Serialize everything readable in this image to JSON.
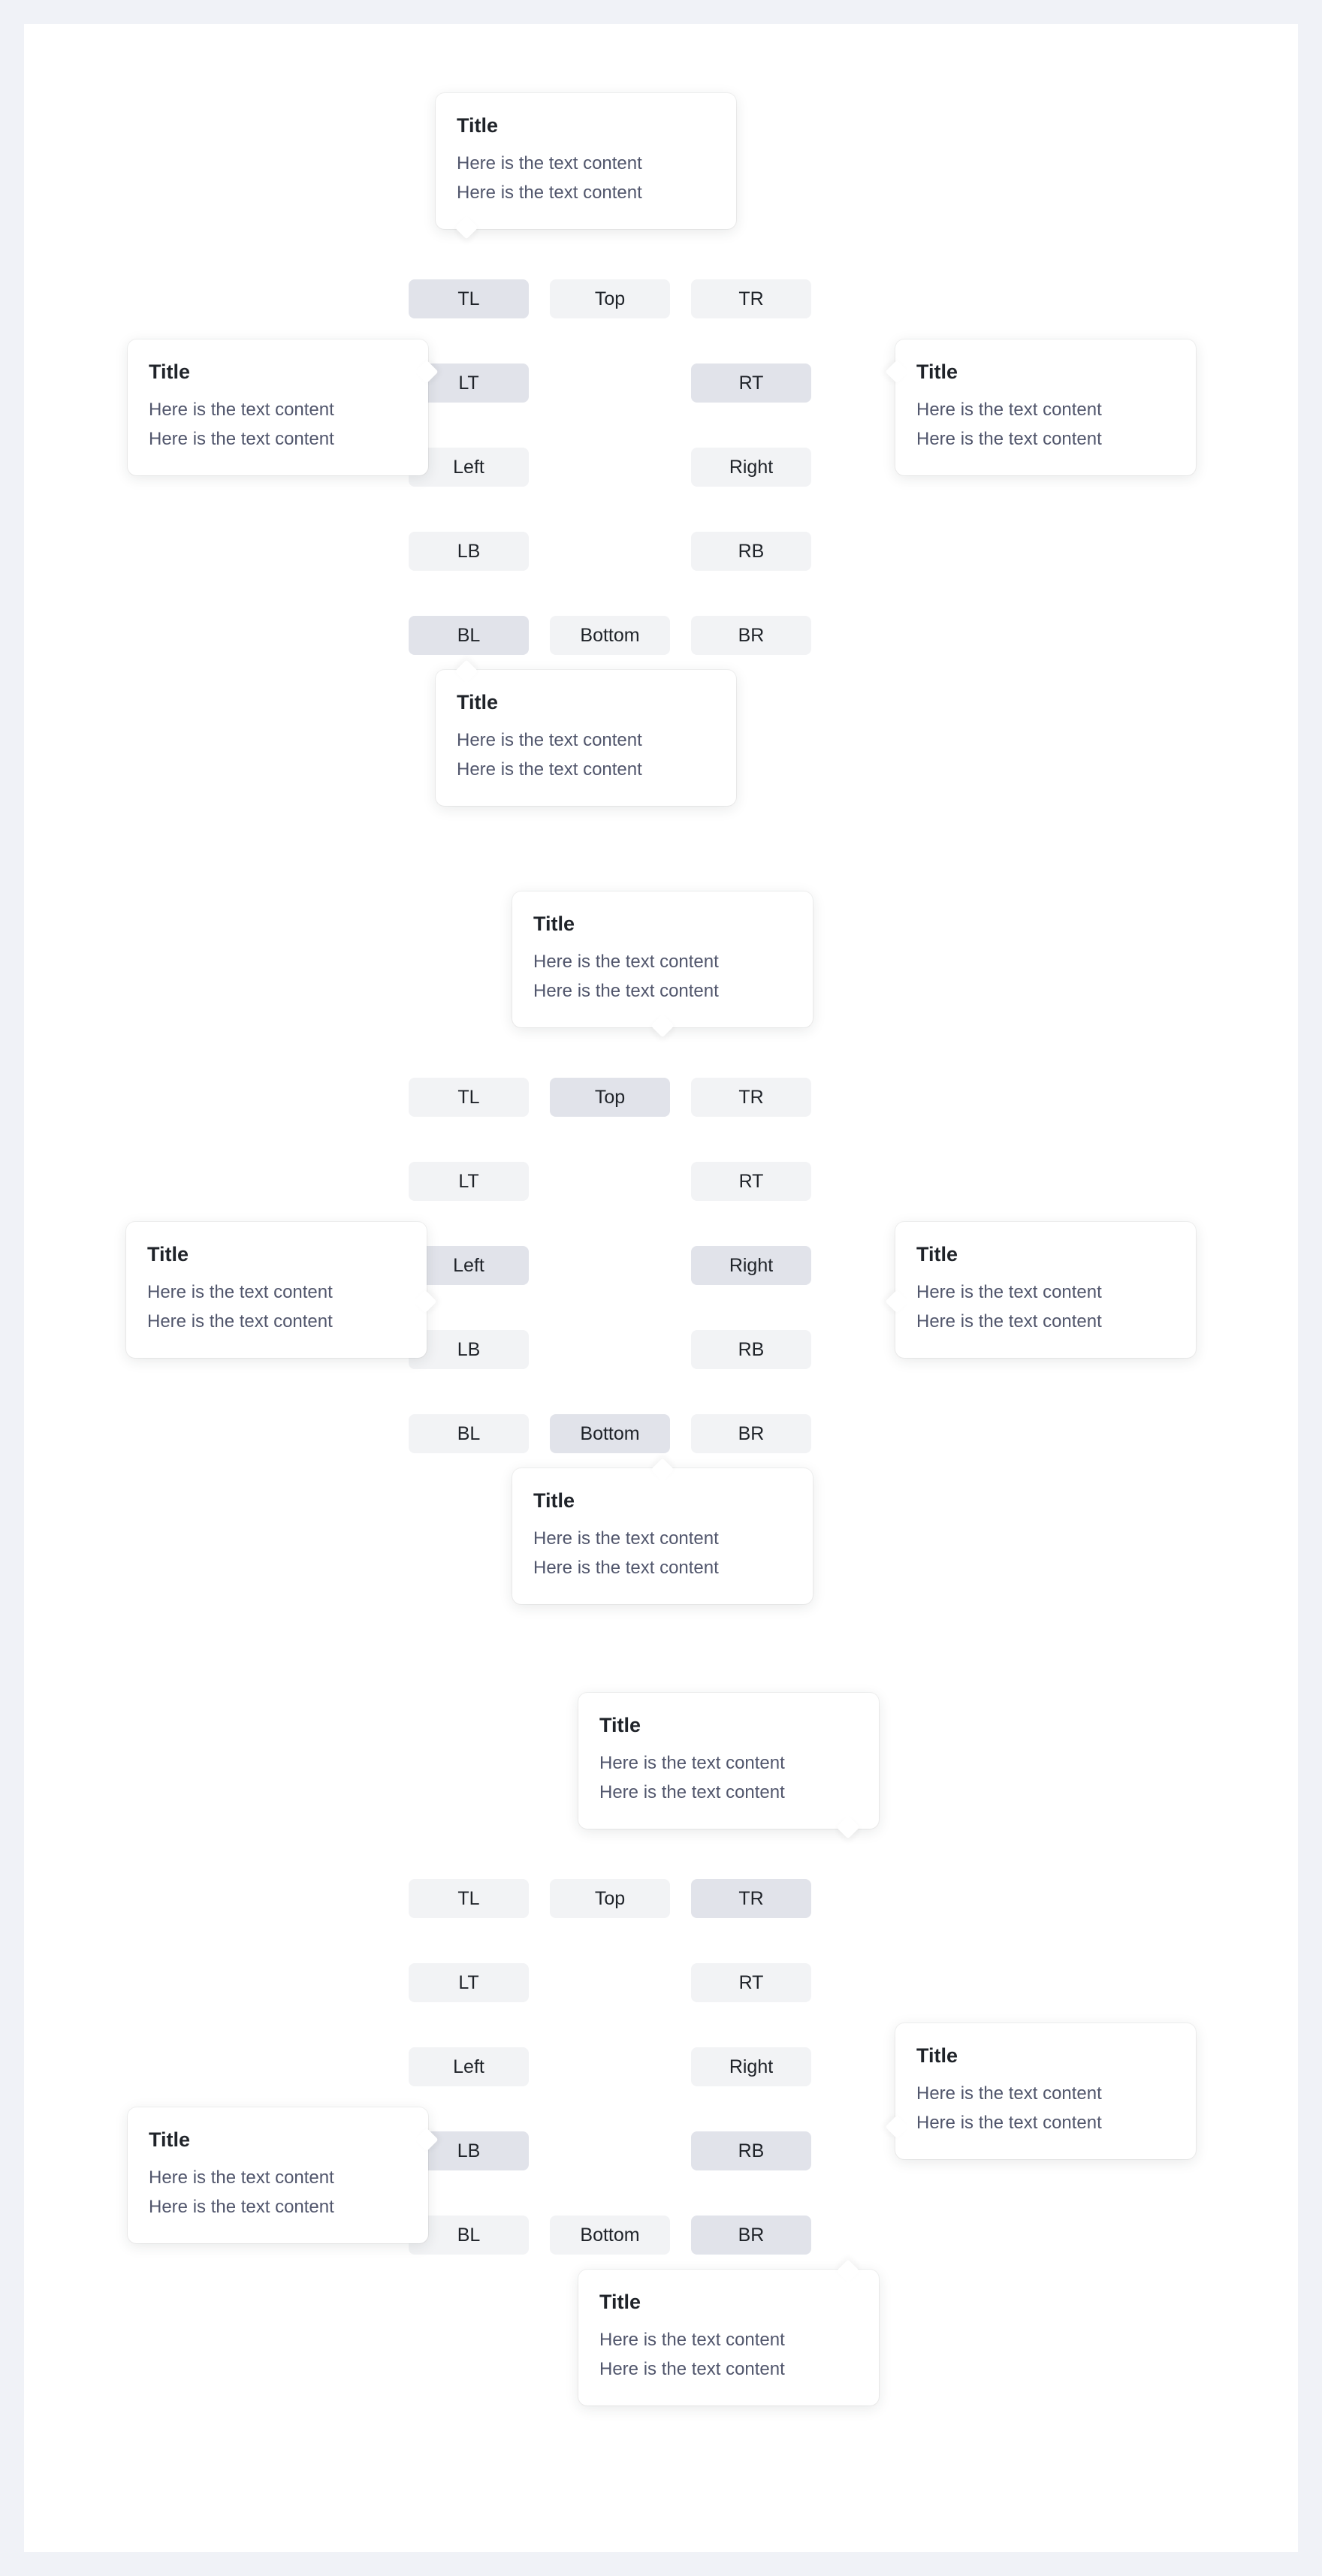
{
  "tooltip": {
    "title": "Title",
    "line1": "Here is the text content",
    "line2": "Here is the text content"
  },
  "placements": {
    "tl": "TL",
    "top": "Top",
    "tr": "TR",
    "lt": "LT",
    "rt": "RT",
    "left": "Left",
    "right": "Right",
    "lb": "LB",
    "rb": "RB",
    "bl": "BL",
    "bottom": "Bottom",
    "br": "BR"
  },
  "sections": [
    {
      "name": "start-aligned-placements",
      "active": [
        "TL",
        "LT",
        "RT",
        "BL"
      ]
    },
    {
      "name": "center-aligned-placements",
      "active": [
        "Top",
        "Left",
        "Right",
        "Bottom"
      ]
    },
    {
      "name": "end-aligned-placements",
      "active": [
        "TR",
        "LB",
        "RB",
        "BR"
      ]
    }
  ],
  "colors": {
    "page_background": "#f0f2f7",
    "card_background": "#ffffff",
    "button_default": "#f2f3f5",
    "button_active": "#e1e3ea",
    "title_text": "#1f2329",
    "body_text": "#51566c"
  }
}
